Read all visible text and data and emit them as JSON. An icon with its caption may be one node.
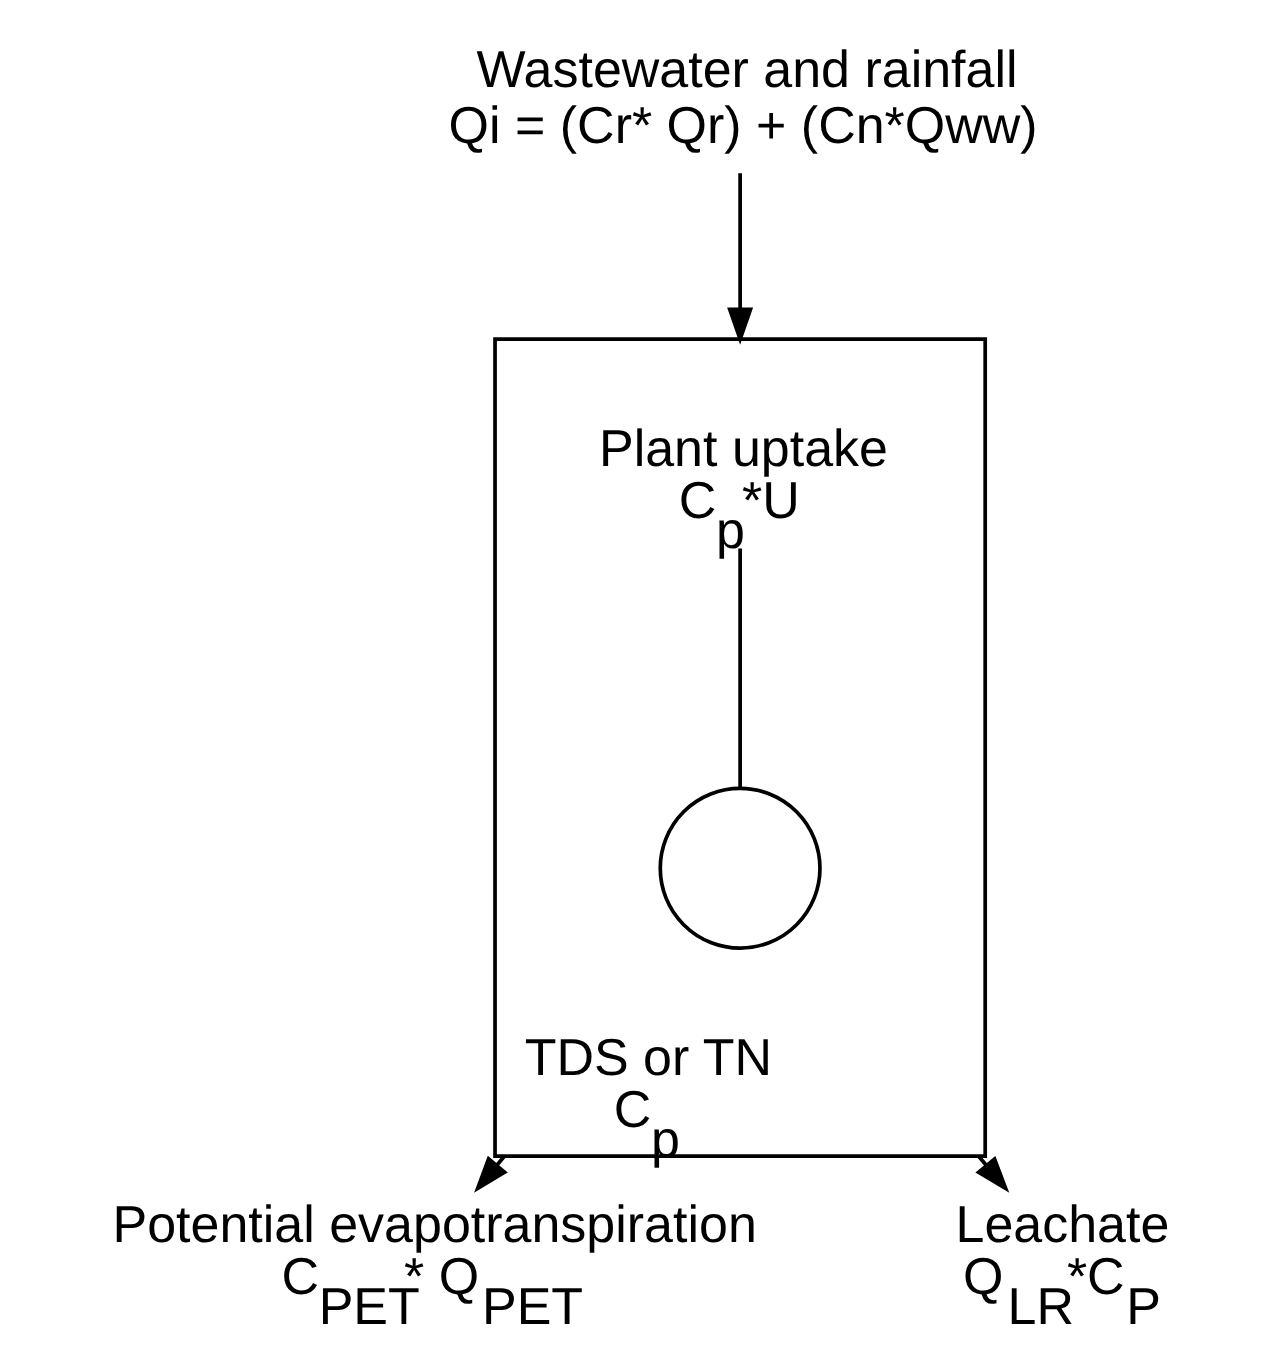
{
  "diagram": {
    "nodes": [
      {
        "text": [
          "Wastewater and rainfall",
          "Qi = (Cr* Qr) + (Cn*Qww)"
        ]
      },
      {
        "text": [
          "TDS or TN",
          "C$_{p}$"
        ]
      },
      {
        "text": [
          "Plant uptake",
          "C$_{p}$*U"
        ],
        "in": 1
      },
      {
        "text": [],
        "shape": "circle",
        "in": 1
      },
      {
        "text": [
          "Potential evapotranspiration",
          "C$_{PET}$* Q$_{PET}$"
        ]
      },
      {
        "text": [
          "Leachate",
          "Q$_{LR}$*C$_{P}$"
        ]
      }
    ],
    "edges": [
      {
        "from": 0,
        "to": 1,
        "arrow": "to"
      },
      {
        "from": 1,
        "to": 4,
        "arrow": "to"
      },
      {
        "from": 1,
        "to": 5,
        "arrow": "to"
      },
      {
        "from": 2,
        "to": 3,
        "arrow": "none"
      }
    ]
  }
}
